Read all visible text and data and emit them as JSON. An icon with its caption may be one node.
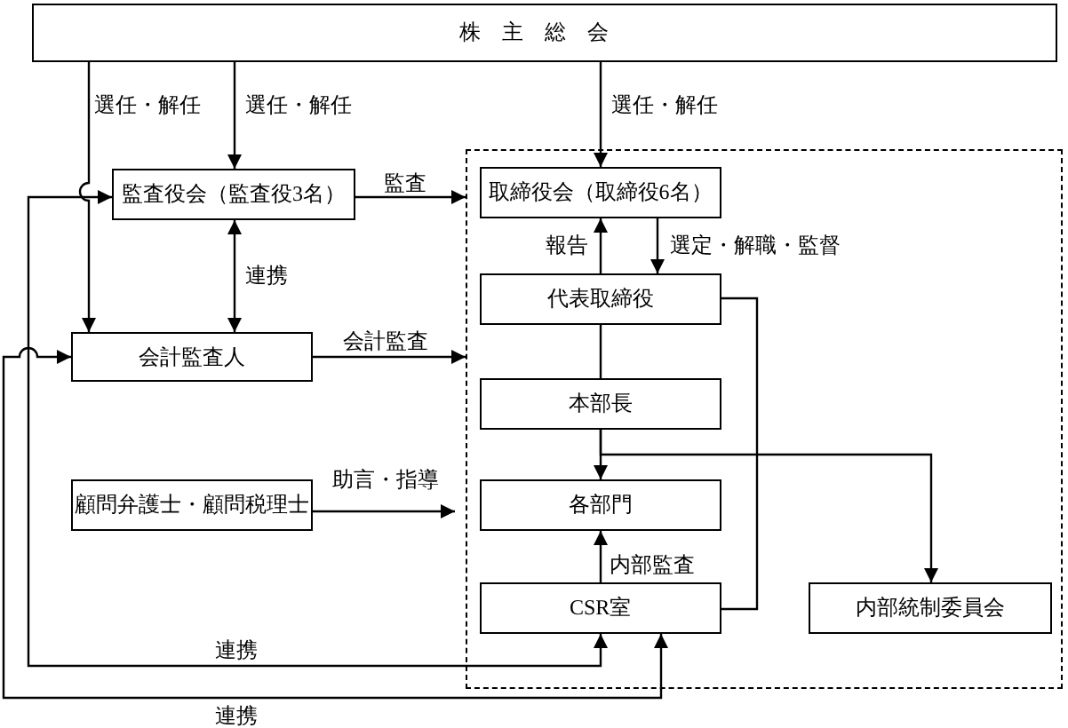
{
  "diagram": {
    "nodes": [
      {
        "text": [
          "株主総会"
        ]
      },
      {
        "text": [
          "監査役会（監査役3名）"
        ]
      },
      {
        "text": [
          "会計監査人"
        ]
      },
      {
        "text": [
          "顧問弁護士・顧問税理士"
        ]
      },
      {
        "text": [],
        "shape": "box"
      },
      {
        "text": [
          "取締役会（取締役6名）"
        ],
        "in": 4
      },
      {
        "text": [
          "代表取締役"
        ],
        "in": 4
      },
      {
        "text": [
          "本部長"
        ],
        "in": 4
      },
      {
        "text": [
          "各部門"
        ],
        "in": 4
      },
      {
        "text": [
          "CSR室"
        ],
        "in": 4
      },
      {
        "text": [
          "内部統制委員会"
        ],
        "in": 4
      }
    ],
    "edges": [
      {
        "from": 0,
        "to": 2,
        "arrow": "to",
        "label": "選任・解任"
      },
      {
        "from": 0,
        "to": 1,
        "arrow": "to",
        "label": "選任・解任"
      },
      {
        "from": 0,
        "to": 5,
        "arrow": "to",
        "label": "選任・解任"
      },
      {
        "from": 1,
        "to": 4,
        "arrow": "to",
        "label": "監査"
      },
      {
        "from": 1,
        "to": 2,
        "arrow": "both",
        "label": "連携"
      },
      {
        "from": 2,
        "to": 4,
        "arrow": "to",
        "label": "会計監査"
      },
      {
        "from": 3,
        "to": 4,
        "arrow": "to",
        "label": "助言・指導"
      },
      {
        "from": 6,
        "to": 5,
        "arrow": "to",
        "label": "報告"
      },
      {
        "from": 5,
        "to": 6,
        "arrow": "to",
        "label": "選定・解職・監督"
      },
      {
        "from": 6,
        "to": 7,
        "arrow": "none"
      },
      {
        "from": 7,
        "to": 8,
        "arrow": "to"
      },
      {
        "from": 7,
        "to": 10,
        "arrow": "to"
      },
      {
        "from": 6,
        "to": 9,
        "arrow": "none"
      },
      {
        "from": 9,
        "to": 8,
        "arrow": "to",
        "label": "内部監査"
      },
      {
        "from": 1,
        "to": 9,
        "arrow": "both",
        "label": "連携"
      },
      {
        "from": 2,
        "to": 9,
        "arrow": "both",
        "label": "連携"
      }
    ]
  }
}
